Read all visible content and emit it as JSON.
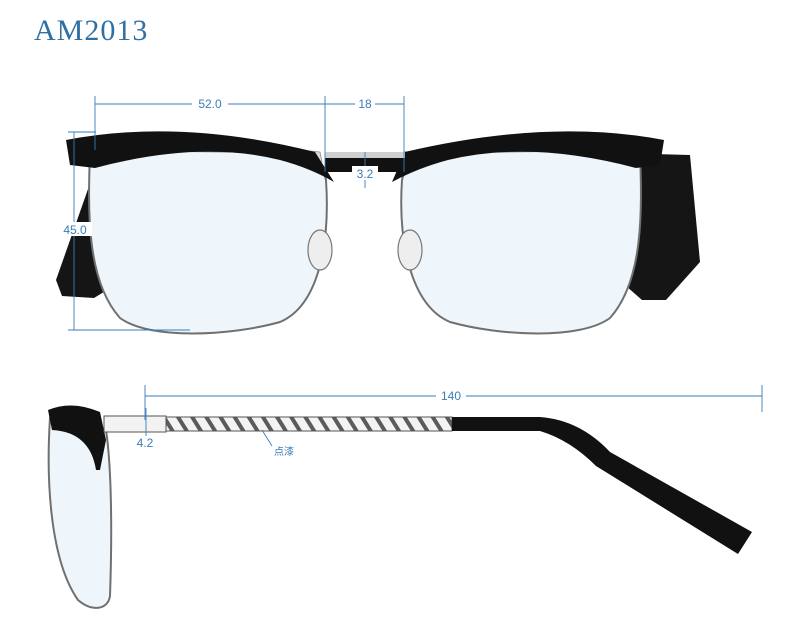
{
  "title": "AM2013",
  "colors": {
    "title": "#2f6fa3",
    "dimension": "#3a7db8",
    "frame_black": "#111111",
    "metal_light": "#e6e8ea",
    "metal_line": "#555555",
    "lens_fill": "#eef6fb",
    "hinge_light": "#f2f2f2"
  },
  "front_view": {
    "lens_width": "52.0",
    "bridge_width": "18",
    "lens_height": "45.0",
    "bridge_height": "3.2"
  },
  "side_view": {
    "temple_length": "140",
    "end_height": "4.2",
    "annotation": "点漆"
  }
}
